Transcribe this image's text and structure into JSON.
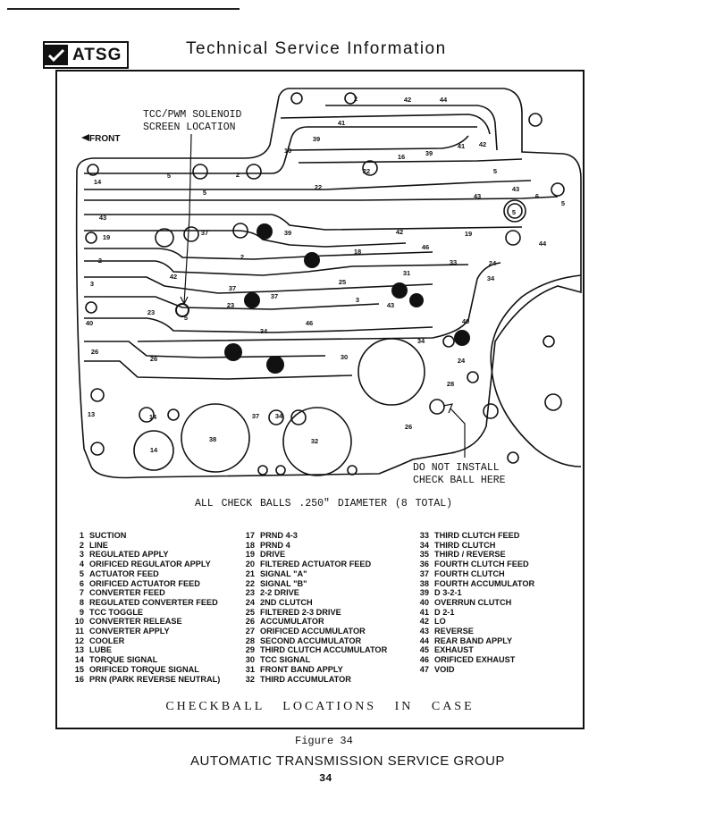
{
  "header": {
    "logo_text": "ATSG",
    "title": "Technical Service Information"
  },
  "diagram": {
    "callout_solenoid": "TCC/PWM SOLENOID\nSCREEN LOCATION",
    "front_label": "FRONT",
    "callout_no_ball": "DO NOT INSTALL\nCHECK BALL HERE",
    "summary": "ALL CHECK BALLS .250\" DIAMETER  (8 TOTAL)",
    "passage_labels": [
      "2",
      "42",
      "44",
      "41",
      "39",
      "16",
      "16",
      "39",
      "41",
      "42",
      "5",
      "6",
      "5",
      "14",
      "5",
      "2",
      "5",
      "22",
      "22",
      "43",
      "43",
      "43",
      "5",
      "37",
      "39",
      "42",
      "19",
      "19",
      "2",
      "18",
      "46",
      "44",
      "2",
      "24",
      "33",
      "42",
      "31",
      "34",
      "3",
      "37",
      "37",
      "3",
      "25",
      "23",
      "5",
      "23",
      "43",
      "40",
      "40",
      "34",
      "46",
      "34",
      "30",
      "26",
      "26",
      "24",
      "28",
      "13",
      "14",
      "37",
      "34",
      "38",
      "32",
      "14",
      "26"
    ]
  },
  "legend": {
    "col1": [
      {
        "n": "1",
        "t": "SUCTION"
      },
      {
        "n": "2",
        "t": "LINE"
      },
      {
        "n": "3",
        "t": "REGULATED APPLY"
      },
      {
        "n": "4",
        "t": "ORIFICED REGULATOR APPLY"
      },
      {
        "n": "5",
        "t": "ACTUATOR FEED"
      },
      {
        "n": "6",
        "t": "ORIFICED ACTUATOR FEED"
      },
      {
        "n": "7",
        "t": "CONVERTER FEED"
      },
      {
        "n": "8",
        "t": "REGULATED CONVERTER FEED"
      },
      {
        "n": "9",
        "t": "TCC TOGGLE"
      },
      {
        "n": "10",
        "t": "CONVERTER RELEASE"
      },
      {
        "n": "11",
        "t": "CONVERTER APPLY"
      },
      {
        "n": "12",
        "t": "COOLER"
      },
      {
        "n": "13",
        "t": "LUBE"
      },
      {
        "n": "14",
        "t": "TORQUE SIGNAL"
      },
      {
        "n": "15",
        "t": "ORIFICED TORQUE SIGNAL"
      },
      {
        "n": "16",
        "t": "PRN (PARK REVERSE NEUTRAL)"
      }
    ],
    "col2": [
      {
        "n": "17",
        "t": "PRND 4-3"
      },
      {
        "n": "18",
        "t": "PRND 4"
      },
      {
        "n": "19",
        "t": "DRIVE"
      },
      {
        "n": "20",
        "t": "FILTERED ACTUATOR FEED"
      },
      {
        "n": "21",
        "t": "SIGNAL \"A\""
      },
      {
        "n": "22",
        "t": "SIGNAL \"B\""
      },
      {
        "n": "23",
        "t": "2-2 DRIVE"
      },
      {
        "n": "24",
        "t": "2ND CLUTCH"
      },
      {
        "n": "25",
        "t": "FILTERED 2-3 DRIVE"
      },
      {
        "n": "26",
        "t": "ACCUMULATOR"
      },
      {
        "n": "27",
        "t": "ORIFICED ACCUMULATOR"
      },
      {
        "n": "28",
        "t": "SECOND ACCUMULATOR"
      },
      {
        "n": "29",
        "t": "THIRD CLUTCH ACCUMULATOR"
      },
      {
        "n": "30",
        "t": "TCC SIGNAL"
      },
      {
        "n": "31",
        "t": "FRONT BAND APPLY"
      },
      {
        "n": "32",
        "t": "THIRD ACCUMULATOR"
      }
    ],
    "col3": [
      {
        "n": "33",
        "t": "THIRD CLUTCH FEED"
      },
      {
        "n": "34",
        "t": "THIRD CLUTCH"
      },
      {
        "n": "35",
        "t": "THIRD / REVERSE"
      },
      {
        "n": "36",
        "t": "FOURTH CLUTCH FEED"
      },
      {
        "n": "37",
        "t": "FOURTH CLUTCH"
      },
      {
        "n": "38",
        "t": "FOURTH ACCUMULATOR"
      },
      {
        "n": "39",
        "t": "D 3-2-1"
      },
      {
        "n": "40",
        "t": "OVERRUN CLUTCH"
      },
      {
        "n": "41",
        "t": "D 2-1"
      },
      {
        "n": "42",
        "t": "LO"
      },
      {
        "n": "43",
        "t": "REVERSE"
      },
      {
        "n": "44",
        "t": "REAR BAND APPLY"
      },
      {
        "n": "45",
        "t": "EXHAUST"
      },
      {
        "n": "46",
        "t": "ORIFICED EXHAUST"
      },
      {
        "n": "47",
        "t": "VOID"
      }
    ]
  },
  "caption": "CHECKBALL LOCATIONS IN CASE",
  "figure_label": "Figure 34",
  "footer": "AUTOMATIC TRANSMISSION SERVICE GROUP",
  "page_number": "34"
}
